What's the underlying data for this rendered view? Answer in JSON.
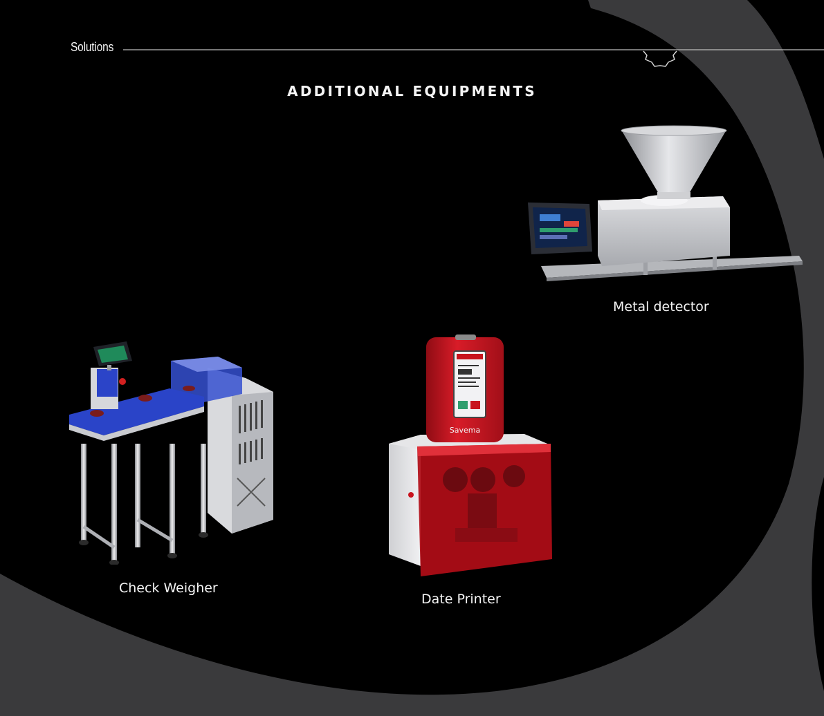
{
  "header": {
    "section_label": "Solutions"
  },
  "main": {
    "title": "ADDITIONAL EQUIPMENTS",
    "products": [
      {
        "name": "Metal detector",
        "image_icon": "metal-detector-illustration"
      },
      {
        "name": "Check Weigher",
        "image_icon": "check-weigher-illustration"
      },
      {
        "name": "Date Printer",
        "image_icon": "date-printer-illustration",
        "brand_text": "Savema"
      }
    ]
  },
  "colors": {
    "background": "#000000",
    "band": "#3a3a3c",
    "text": "#f4f4f4",
    "printer_red": "#c8141e",
    "weigher_blue": "#2a44c8",
    "steel": "#c8c8cc"
  }
}
